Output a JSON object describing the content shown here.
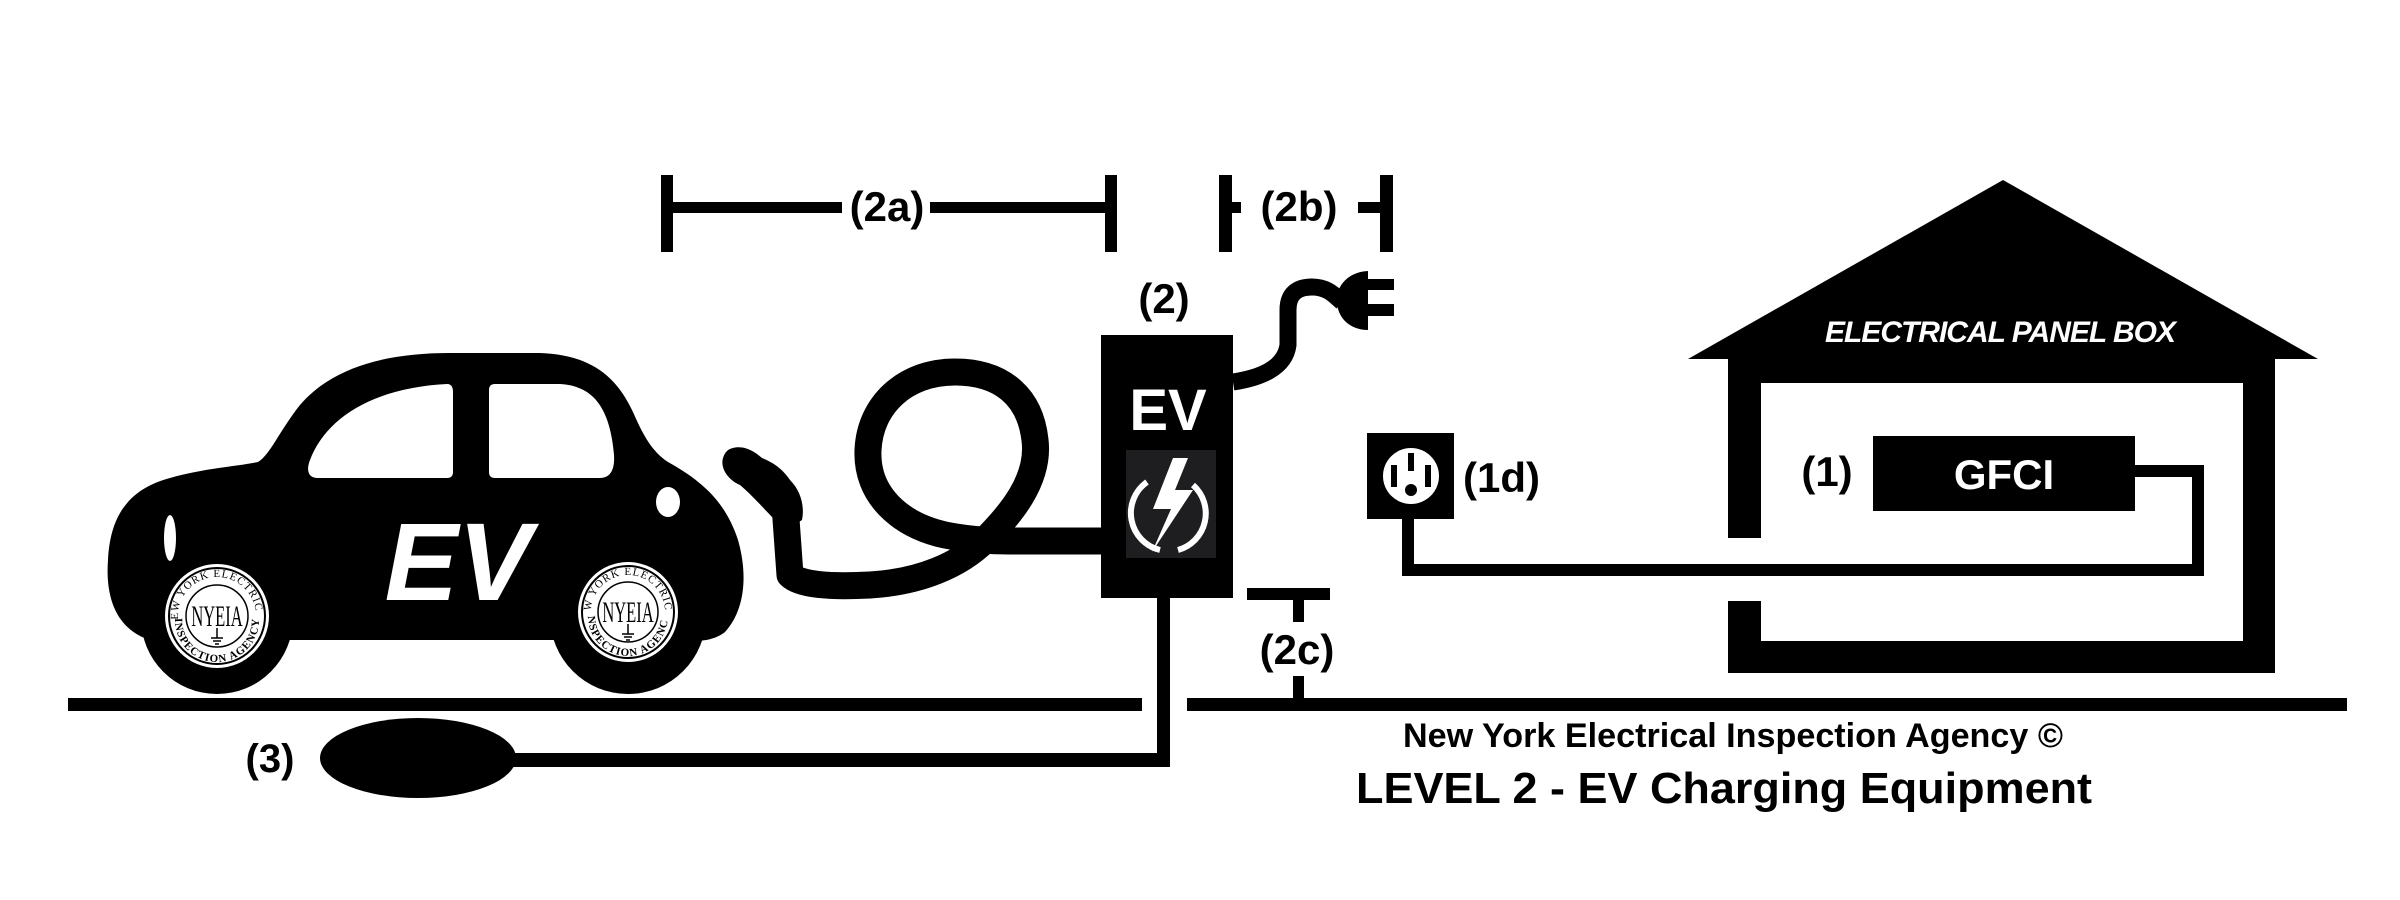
{
  "title": "LEVEL 2 - EV Charging Equipment",
  "credit": "New York Electrical Inspection Agency ©",
  "colors": {
    "ink": "#000000",
    "paper": "#ffffff",
    "icon_panel": "#1e1e20"
  },
  "car": {
    "label": "EV",
    "seal": {
      "abbr": "NYEIA",
      "top_text": "NEW YORK ELECTRICAL",
      "bottom_text": "INSPECTION AGENCY"
    }
  },
  "charger": {
    "callout": "(2)",
    "label": "EV",
    "icon": "lightning-bolt-icon"
  },
  "dimensions": {
    "cable_length": "(2a)",
    "cord_length": "(2b)",
    "mount_height": "(2c)"
  },
  "outlet": {
    "callout": "(1d)",
    "icon": "240v-outlet-icon"
  },
  "panel": {
    "title": "ELECTRICAL PANEL BOX",
    "breaker_label": "GFCI",
    "callout": "(1)"
  },
  "grounding": {
    "callout": "(3)"
  }
}
